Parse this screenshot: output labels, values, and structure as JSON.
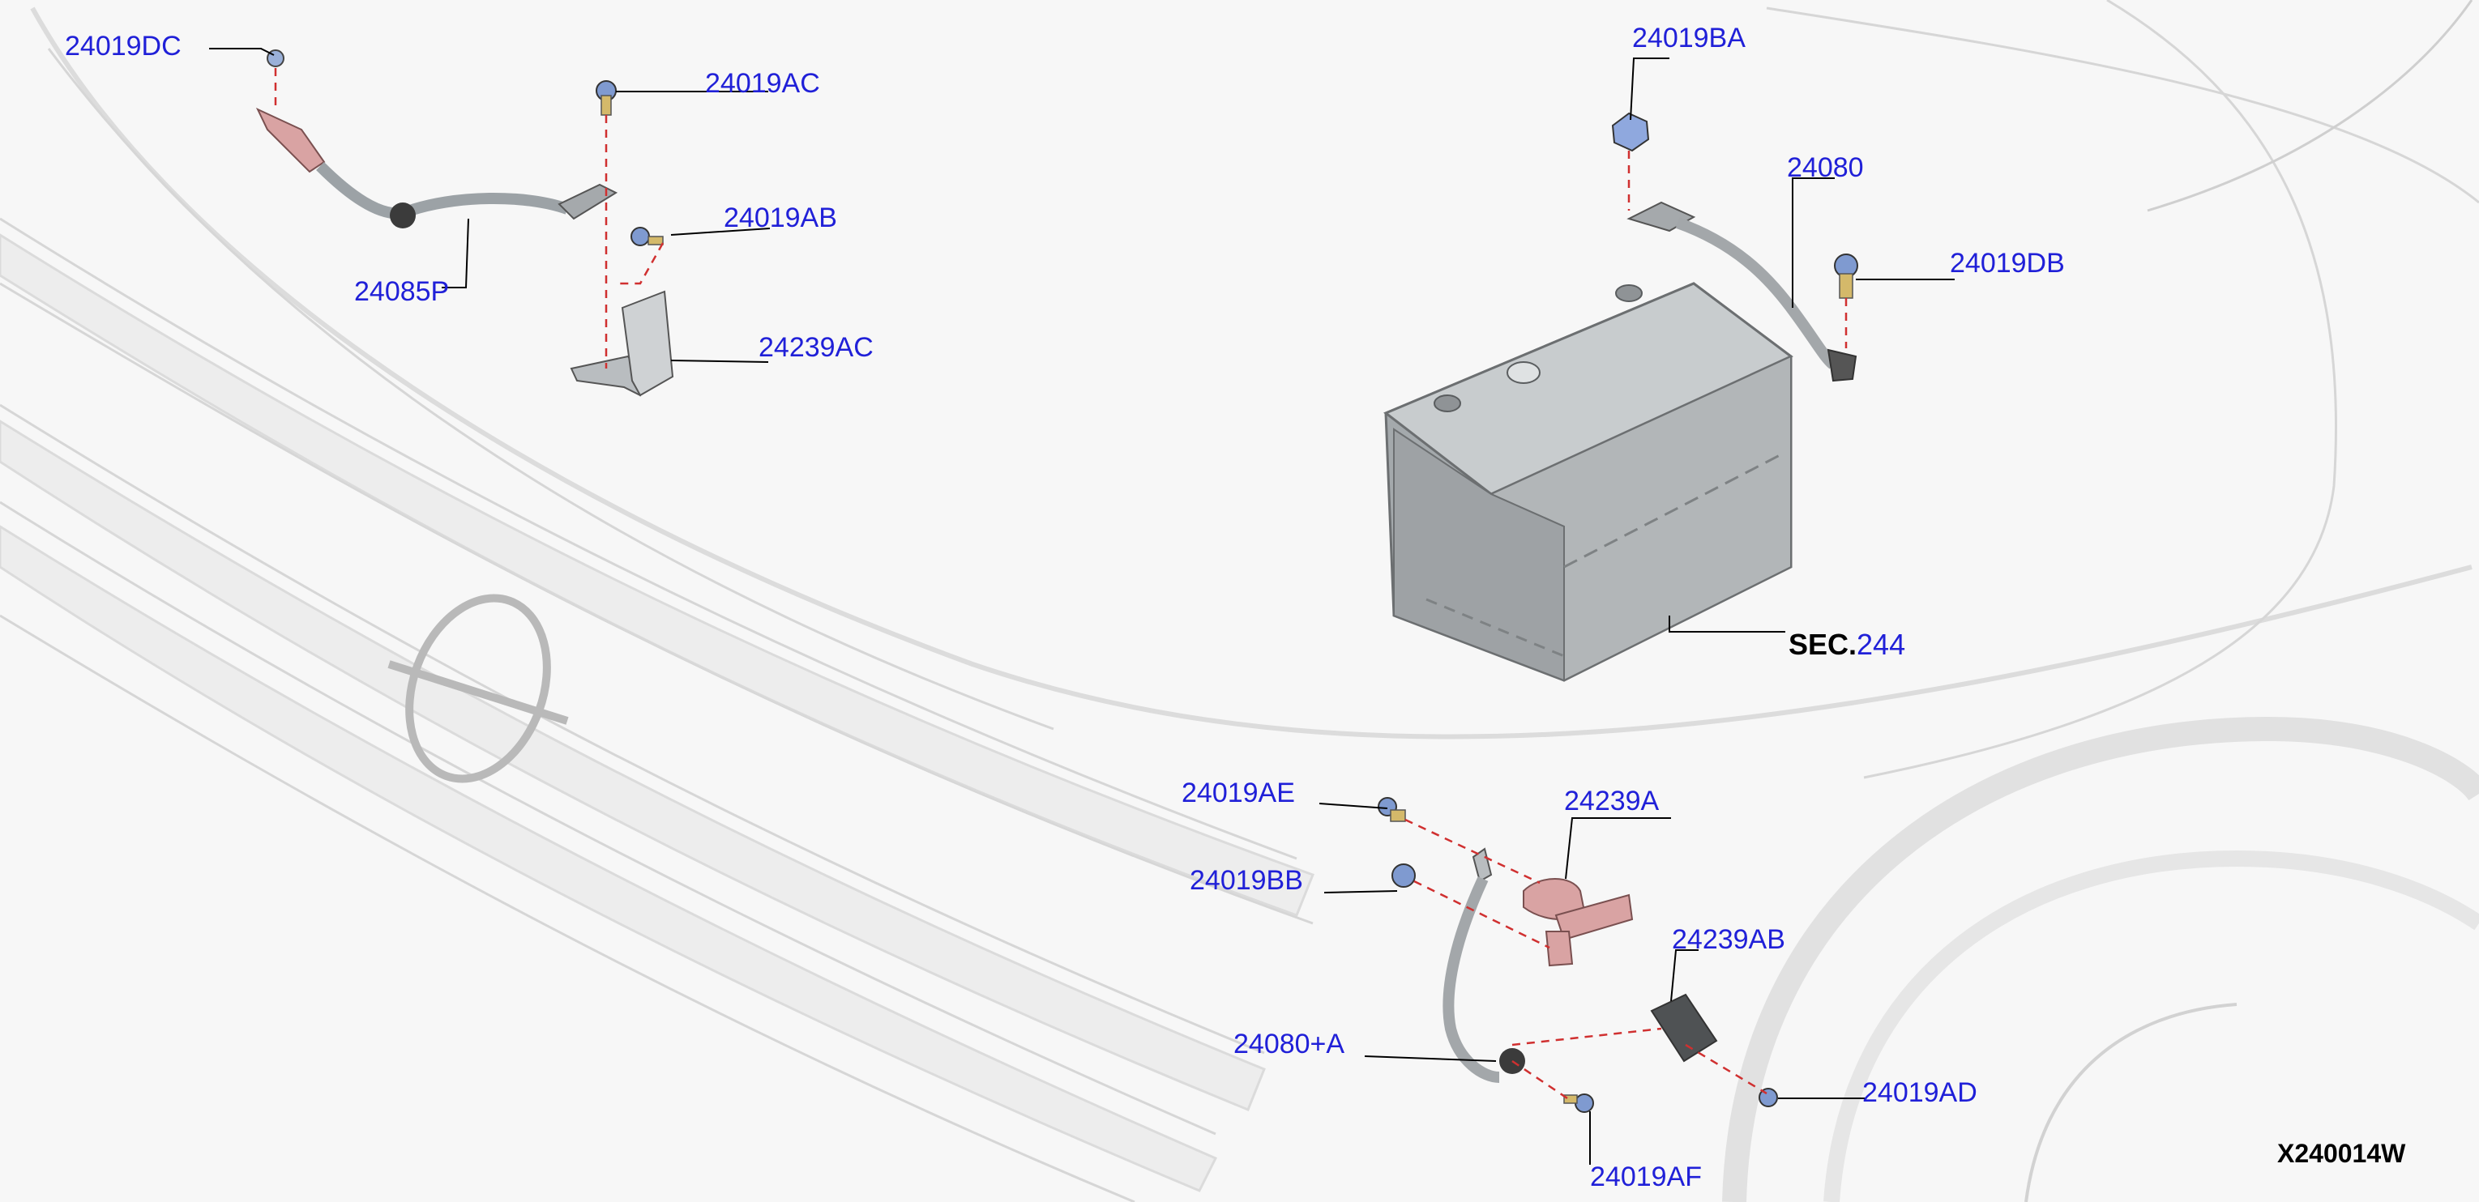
{
  "diagram": {
    "figure_id": "X240014W",
    "section": {
      "prefix": "SEC.",
      "number": "244"
    },
    "callouts": {
      "c24019DC": "24019DC",
      "c24019AC": "24019AC",
      "c24019AB": "24019AB",
      "c24085P": "24085P",
      "c24239AC": "24239AC",
      "c24019BA": "24019BA",
      "c24080": "24080",
      "c24019DB": "24019DB",
      "c24019AE": "24019AE",
      "c24239A": "24239A",
      "c24019BB": "24019BB",
      "c24239AB": "24239AB",
      "c24080A": "24080+A",
      "c24019AD": "24019AD",
      "c24019AF": "24019AF"
    },
    "colors": {
      "callout_text": "#2020d8",
      "leader_line": "#000000",
      "dashed_line": "#d03030",
      "ghost_body": "#e6e6e6",
      "battery": "#a9aeb1",
      "terminal_pink": "#d9a3a3"
    }
  }
}
